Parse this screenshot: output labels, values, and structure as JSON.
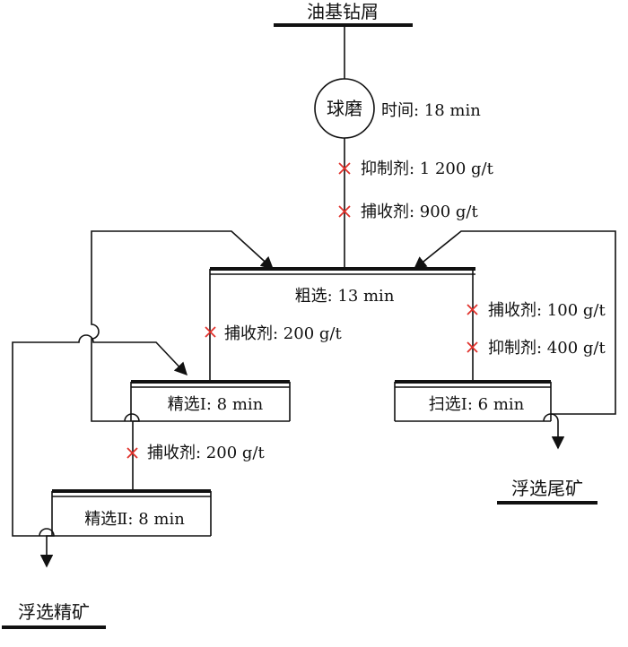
{
  "feed": "油基钻屑",
  "ball_mill": {
    "label": "球磨",
    "time_label": "时间: 18 min"
  },
  "dosing": {
    "depressant_1": "抑制剂: 1 200 g/t",
    "collector_1": "捕收剂: 900 g/t",
    "collector_cleaner1": "捕收剂: 200 g/t",
    "collector_scav": "捕收剂: 100 g/t",
    "depressant_scav": "抑制剂: 400 g/t",
    "collector_cleaner2": "捕收剂: 200 g/t"
  },
  "stages": {
    "rougher": "粗选: 13 min",
    "cleaner1": "精选Ⅰ: 8 min",
    "scavenger1": "扫选Ⅰ: 6 min",
    "cleaner2": "精选Ⅱ: 8 min"
  },
  "products": {
    "tailings": "浮选尾矿",
    "concentrate": "浮选精矿"
  },
  "colors": {
    "line": "#111111",
    "dosing_mark": "#e0302a"
  }
}
